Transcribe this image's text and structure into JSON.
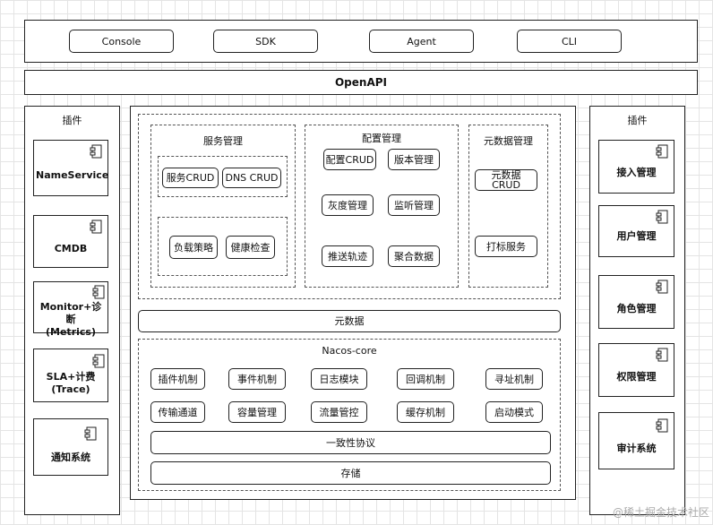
{
  "top_clients": [
    "Console",
    "SDK",
    "Agent",
    "CLI"
  ],
  "openapi": "OpenAPI",
  "left_plugins": {
    "title": "插件",
    "items": [
      "NameService",
      "CMDB",
      "Monitor+诊断\n(Metrics)",
      "SLA+计费\n(Trace)",
      "通知系统"
    ]
  },
  "right_plugins": {
    "title": "插件",
    "items": [
      "接入管理",
      "用户管理",
      "角色管理",
      "权限管理",
      "审计系统"
    ]
  },
  "service_mgmt": {
    "title": "服务管理",
    "group1": [
      "服务CRUD",
      "DNS CRUD"
    ],
    "group2": [
      "负载策略",
      "健康检查"
    ]
  },
  "config_mgmt": {
    "title": "配置管理",
    "items": [
      "配置CRUD",
      "版本管理",
      "灰度管理",
      "监听管理",
      "推送轨迹",
      "聚合数据"
    ]
  },
  "metadata_mgmt": {
    "title": "元数据管理",
    "items": [
      "元数据\nCRUD",
      "打标服务"
    ]
  },
  "metadata_bar": "元数据",
  "nacos_core": {
    "title": "Nacos-core",
    "row1": [
      "插件机制",
      "事件机制",
      "日志模块",
      "回调机制",
      "寻址机制"
    ],
    "row2": [
      "传输通道",
      "容量管理",
      "流量管控",
      "缓存机制",
      "启动模式"
    ],
    "consistency": "一致性协议",
    "storage": "存储"
  },
  "watermark": "@稀土掘金技术社区",
  "icon_name": "component-icon"
}
